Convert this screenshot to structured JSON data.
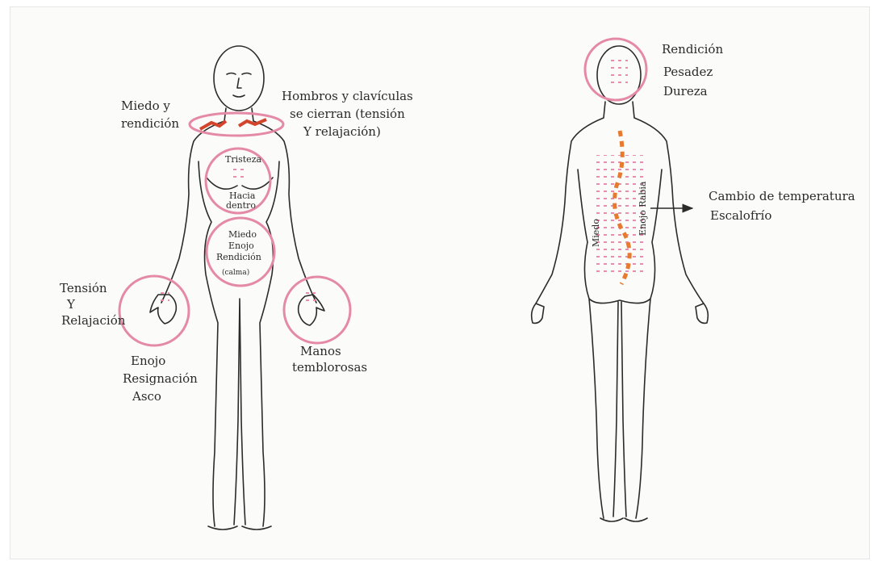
{
  "colors": {
    "outline": "#2b2b2b",
    "ring": "#e58aa6",
    "tension_marks": "#d2452b",
    "spine_marks": "#e67a2e",
    "tension_dots": "#e98db0"
  },
  "front_figure": {
    "neck_left_label": [
      "Miedo y",
      "rendición"
    ],
    "shoulders_label": [
      "Hombros y clavículas",
      "se cierran (tensión",
      "Y relajación)"
    ],
    "chest_label": [
      "Tristeza"
    ],
    "chest_inner_label": [
      "Hacia",
      "dentro"
    ],
    "belly_label": [
      "Miedo",
      "Enojo",
      "Rendición",
      "(calma)"
    ],
    "right_hand_outer_label": [
      "Tensión",
      "Y",
      "Relajación"
    ],
    "right_hand_lower_label": [
      "Enojo",
      "Resignación",
      "Asco"
    ],
    "left_hand_label": [
      "Manos",
      "temblorosas"
    ]
  },
  "back_figure": {
    "head_label": [
      "Rendición",
      "Pesadez",
      "Dureza"
    ],
    "spine_arrow_label": [
      "Cambio de temperatura",
      "Escalofrío"
    ],
    "back_left_vertical": "Miedo",
    "back_right_vertical": "Enojo Rabia"
  }
}
